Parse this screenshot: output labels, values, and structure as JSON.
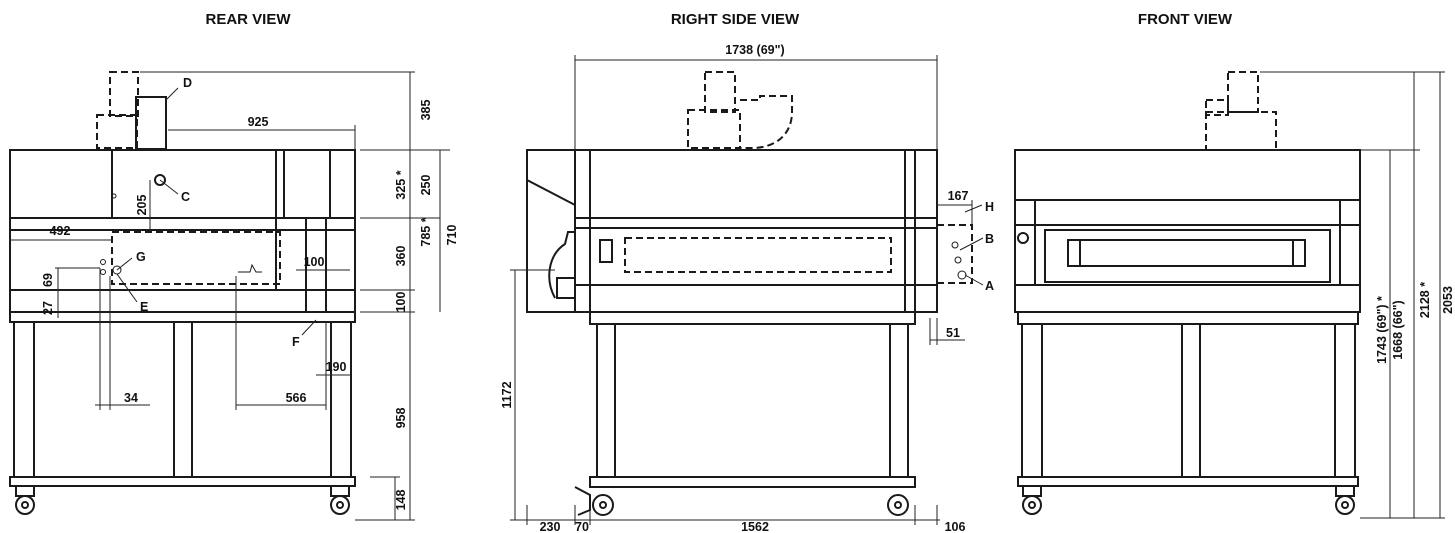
{
  "views": {
    "rear": "REAR VIEW",
    "side": "RIGHT SIDE VIEW",
    "front": "FRONT VIEW"
  },
  "rear_dims": {
    "d385": "385",
    "d925": "925",
    "d325": "325 *",
    "d250": "250",
    "d785": "785 *",
    "d710": "710",
    "d205": "205",
    "d492": "492",
    "d360": "360",
    "d100a": "100",
    "d69": "69",
    "d27": "27",
    "d100b": "100",
    "d190": "190",
    "d34": "34",
    "d566": "566",
    "d958": "958",
    "d148": "148"
  },
  "rear_labels": {
    "C": "C",
    "D": "D",
    "E": "E",
    "F": "F",
    "G": "G"
  },
  "side_dims": {
    "d1738": "1738 (69\")",
    "d167": "167",
    "d51": "51",
    "d1172": "1172",
    "d230": "230",
    "d70": "70",
    "d1562": "1562",
    "d106": "106"
  },
  "side_labels": {
    "A": "A",
    "B": "B",
    "H": "H"
  },
  "front_dims": {
    "d1743": "1743 (69\") *",
    "d1668": "1668 (66\")",
    "d2128": "2128 *",
    "d2053": "2053"
  }
}
